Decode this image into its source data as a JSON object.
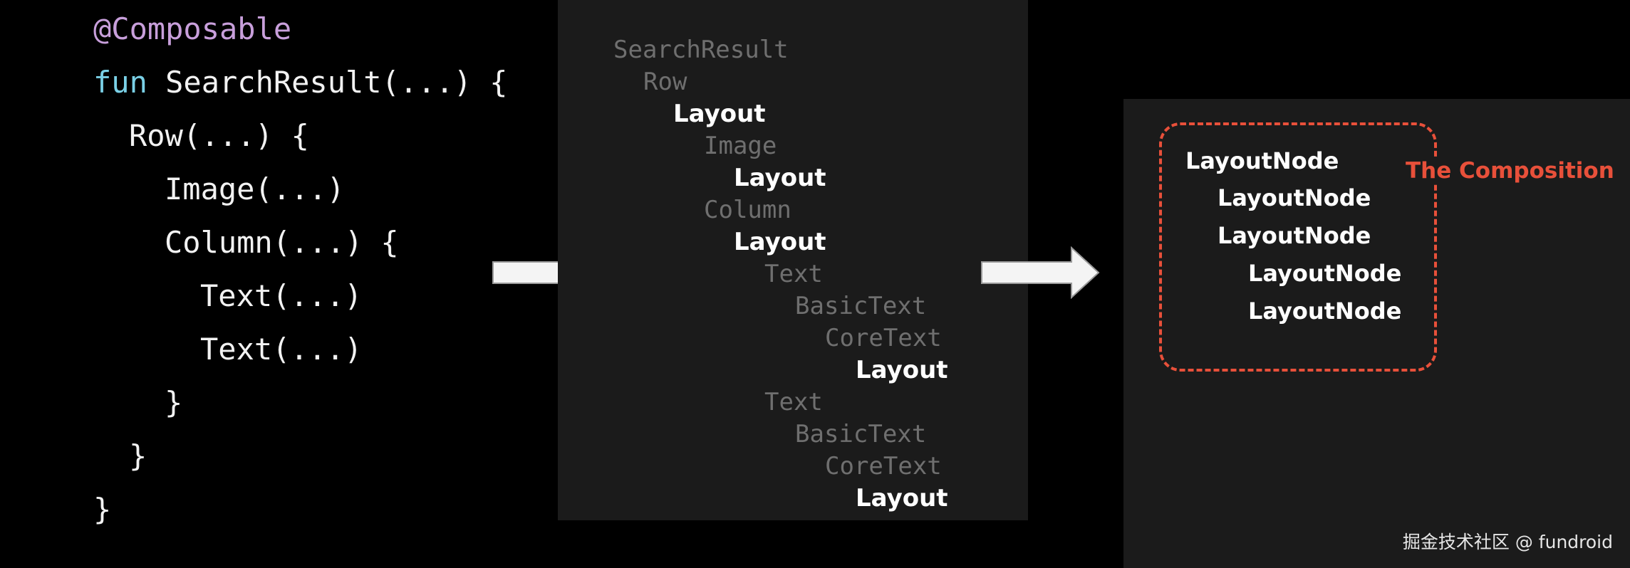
{
  "code": {
    "annotation": "@Composable",
    "fun_keyword": "fun",
    "fun_signature": " SearchResult(...) {",
    "row": "Row(...) {",
    "image": "Image(...)",
    "column": "Column(...) {",
    "text_1": "Text(...)",
    "text_2": "Text(...)",
    "close_column": "}",
    "close_row": "}",
    "close_fun": "}"
  },
  "tree": {
    "items": [
      {
        "label": "SearchResult",
        "kind": "function"
      },
      {
        "label": "Row",
        "kind": "function"
      },
      {
        "label": "Layout",
        "kind": "layout"
      },
      {
        "label": "Image",
        "kind": "function"
      },
      {
        "label": "Layout",
        "kind": "layout"
      },
      {
        "label": "Column",
        "kind": "function"
      },
      {
        "label": "Layout",
        "kind": "layout"
      },
      {
        "label": "Text",
        "kind": "function"
      },
      {
        "label": "BasicText",
        "kind": "function"
      },
      {
        "label": "CoreText",
        "kind": "function"
      },
      {
        "label": "Layout",
        "kind": "layout"
      },
      {
        "label": "Text",
        "kind": "function"
      },
      {
        "label": "BasicText",
        "kind": "function"
      },
      {
        "label": "CoreText",
        "kind": "function"
      },
      {
        "label": "Layout",
        "kind": "layout"
      }
    ]
  },
  "composition": {
    "label": "The Composition",
    "nodes": [
      {
        "label": "LayoutNode"
      },
      {
        "label": "LayoutNode"
      },
      {
        "label": "LayoutNode"
      },
      {
        "label": "LayoutNode"
      },
      {
        "label": "LayoutNode"
      }
    ]
  },
  "watermark": "掘金技术社区 @ fundroid",
  "colors": {
    "annotation": "#c89fdb",
    "keyword": "#7ad0e6",
    "accent": "#e8503a",
    "function_text": "#6f6f6f",
    "panel": "#1b1b1b"
  }
}
